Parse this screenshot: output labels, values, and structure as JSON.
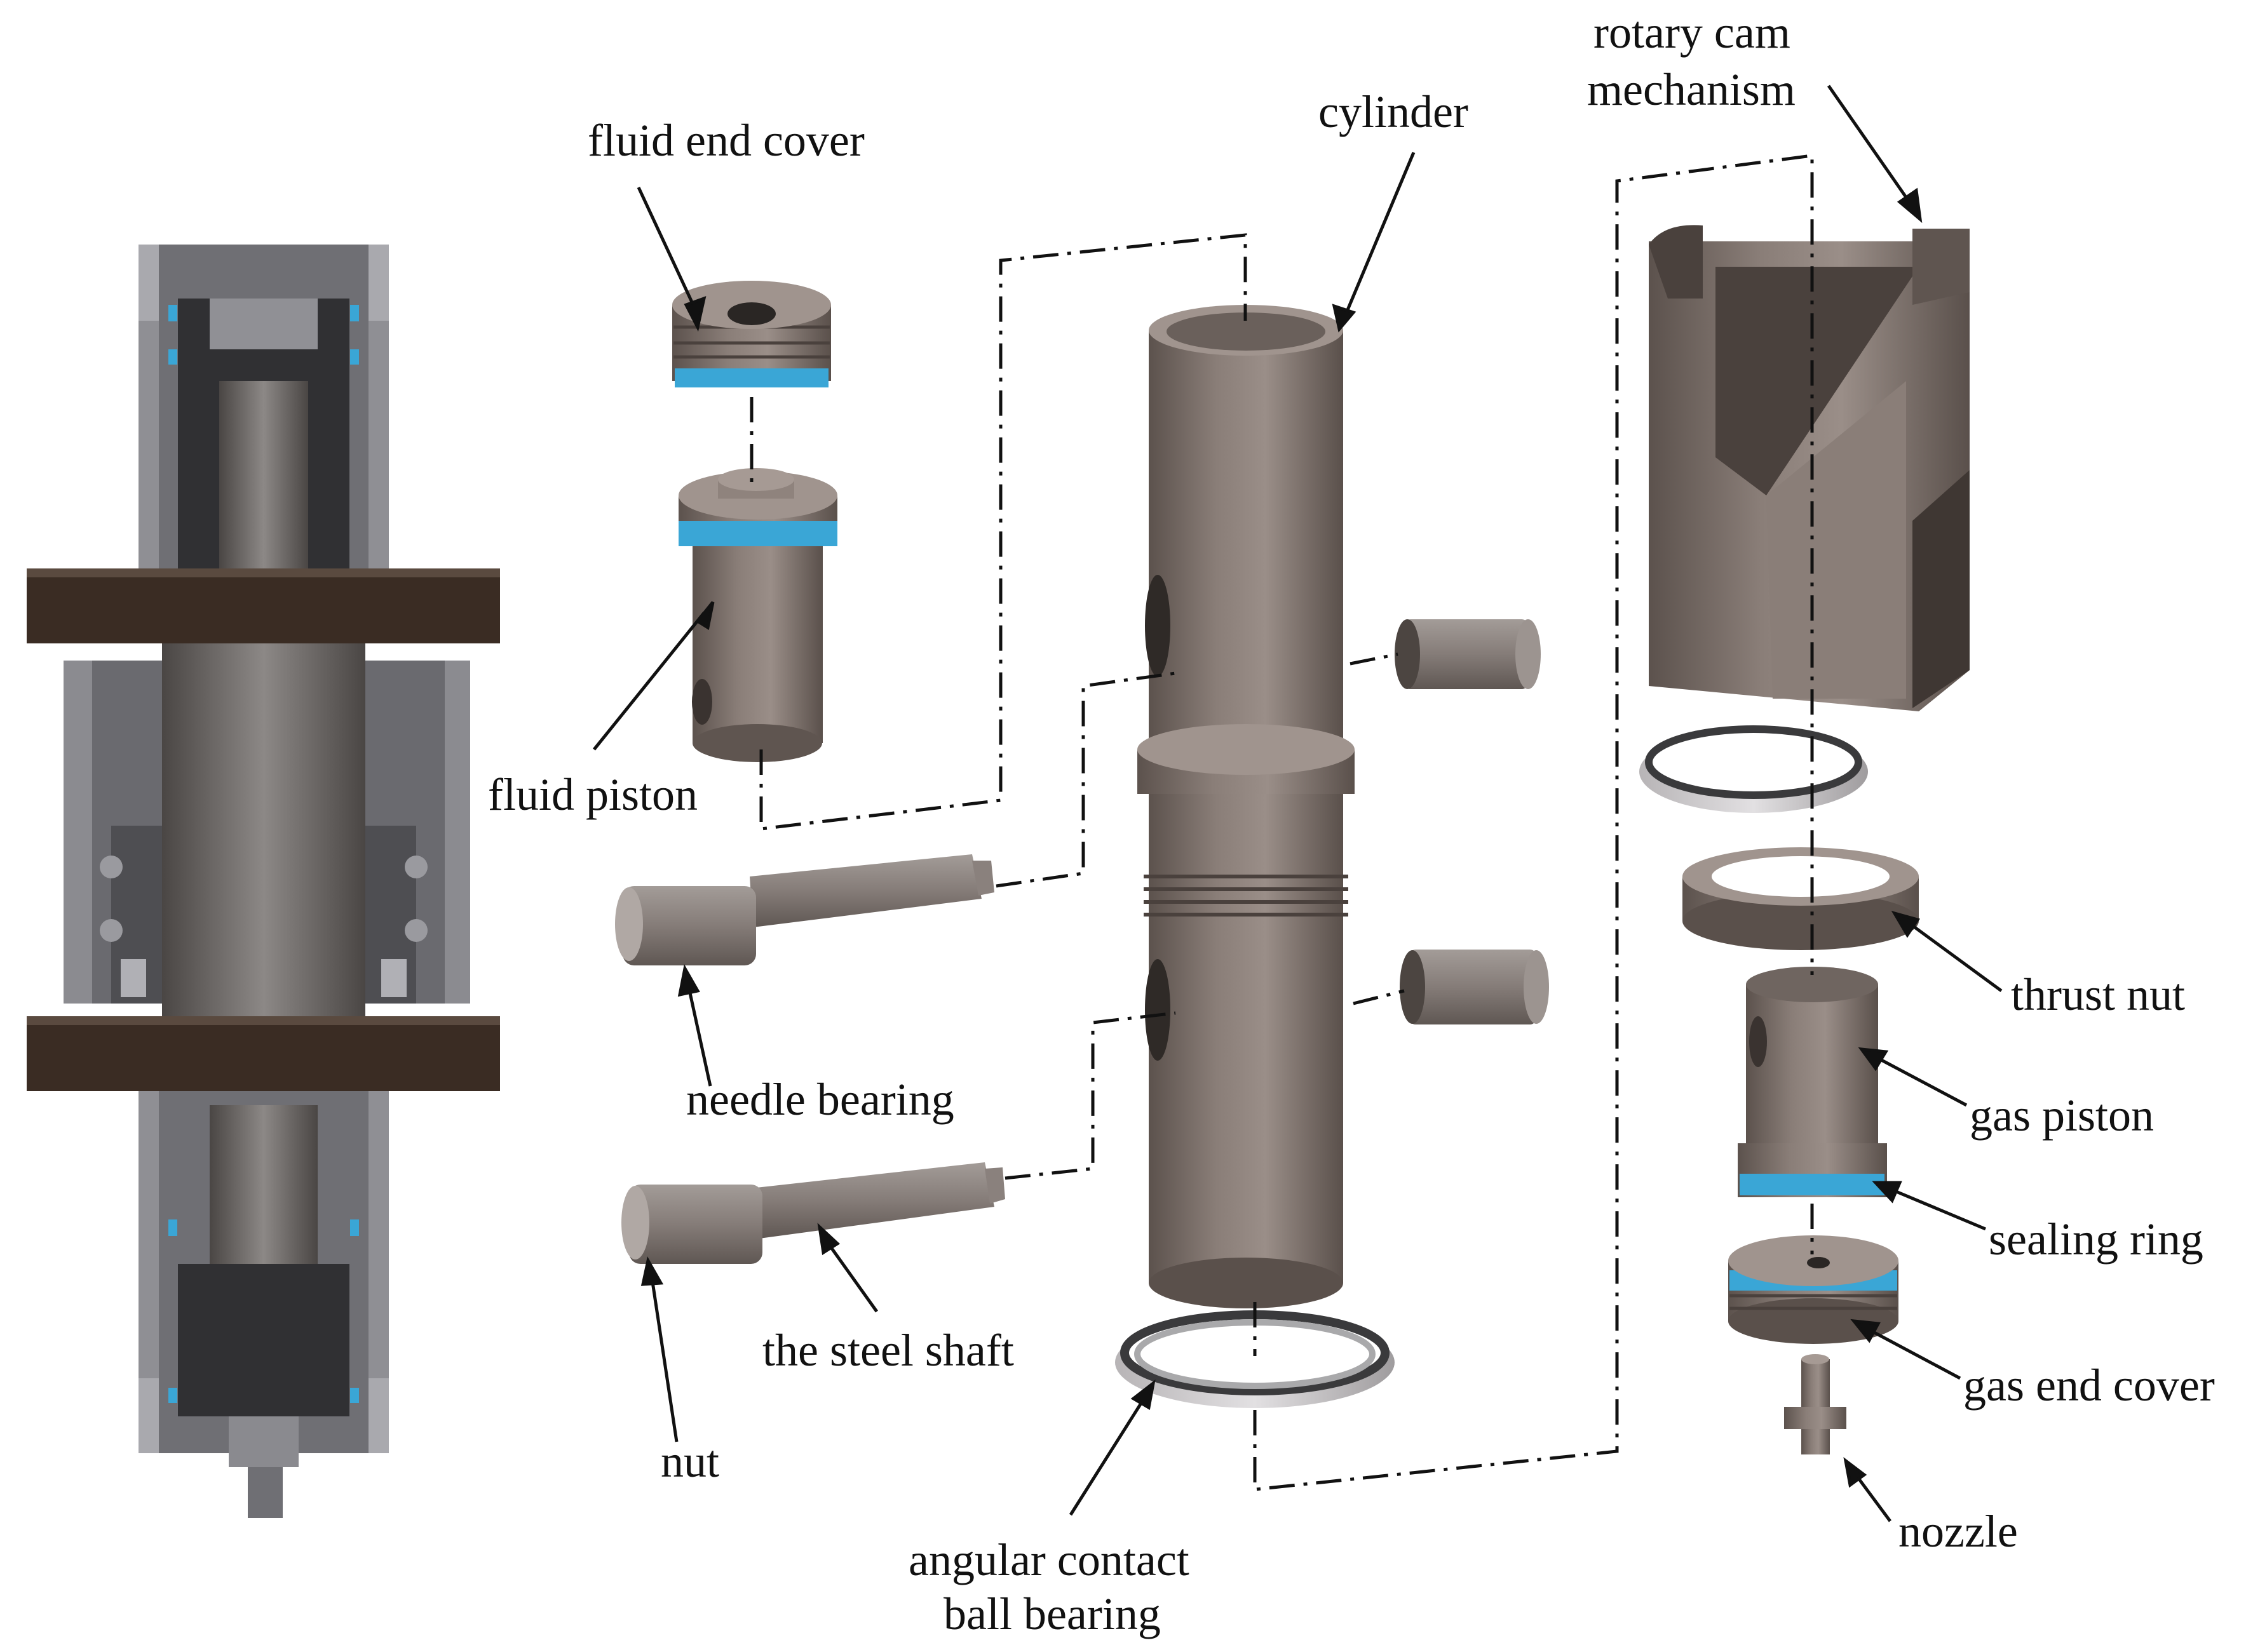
{
  "colors": {
    "metal": "#7d706a",
    "metal_light": "#9a8e88",
    "metal_dark": "#4f4642",
    "seal": "#3aa6d6",
    "brown": "#3a2c23",
    "steel": "#8e8a88",
    "bearing_silver": "#c9c9cb",
    "leader": "#111111"
  },
  "labels": {
    "fluid_end_cover": "fluid end cover",
    "fluid_piston": "fluid piston",
    "needle_bearing": "needle bearing",
    "nut": "nut",
    "steel_shaft": "the steel shaft",
    "cylinder": "cylinder",
    "angular_line1": "angular contact",
    "angular_line2": "ball bearing",
    "rotary_line1": "rotary cam",
    "rotary_line2": "mechanism",
    "thrust_nut": "thrust nut",
    "gas_piston": "gas piston",
    "sealing_ring": "sealing ring",
    "gas_end_cover": "gas end cover",
    "nozzle": "nozzle"
  }
}
